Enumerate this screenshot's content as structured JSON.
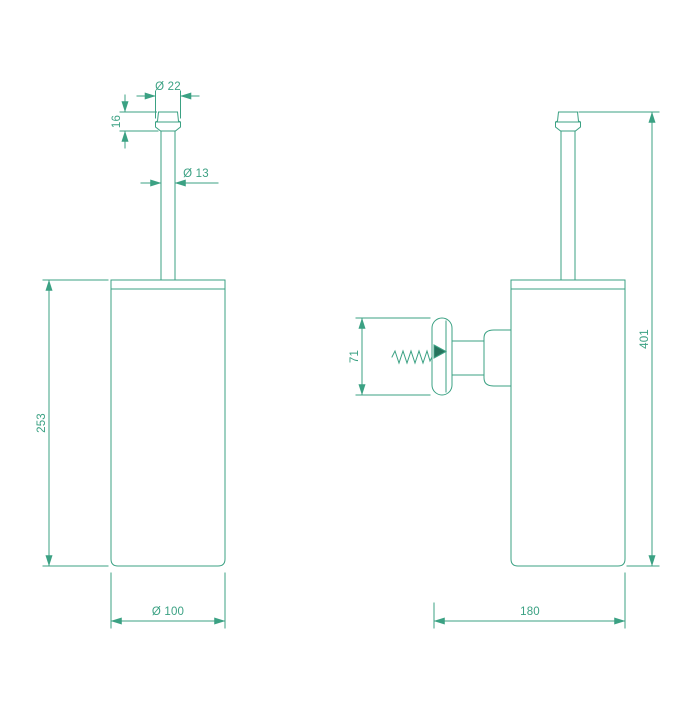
{
  "colors": {
    "line": "#3ba183",
    "detail": "#26735c",
    "background": "#ffffff"
  },
  "front_view": {
    "knob_diameter": "Ø 22",
    "knob_height": "16",
    "rod_diameter": "Ø 13",
    "body_height": "253",
    "body_diameter": "Ø 100"
  },
  "side_view": {
    "bracket_height": "71",
    "total_height": "401",
    "total_depth": "180"
  }
}
